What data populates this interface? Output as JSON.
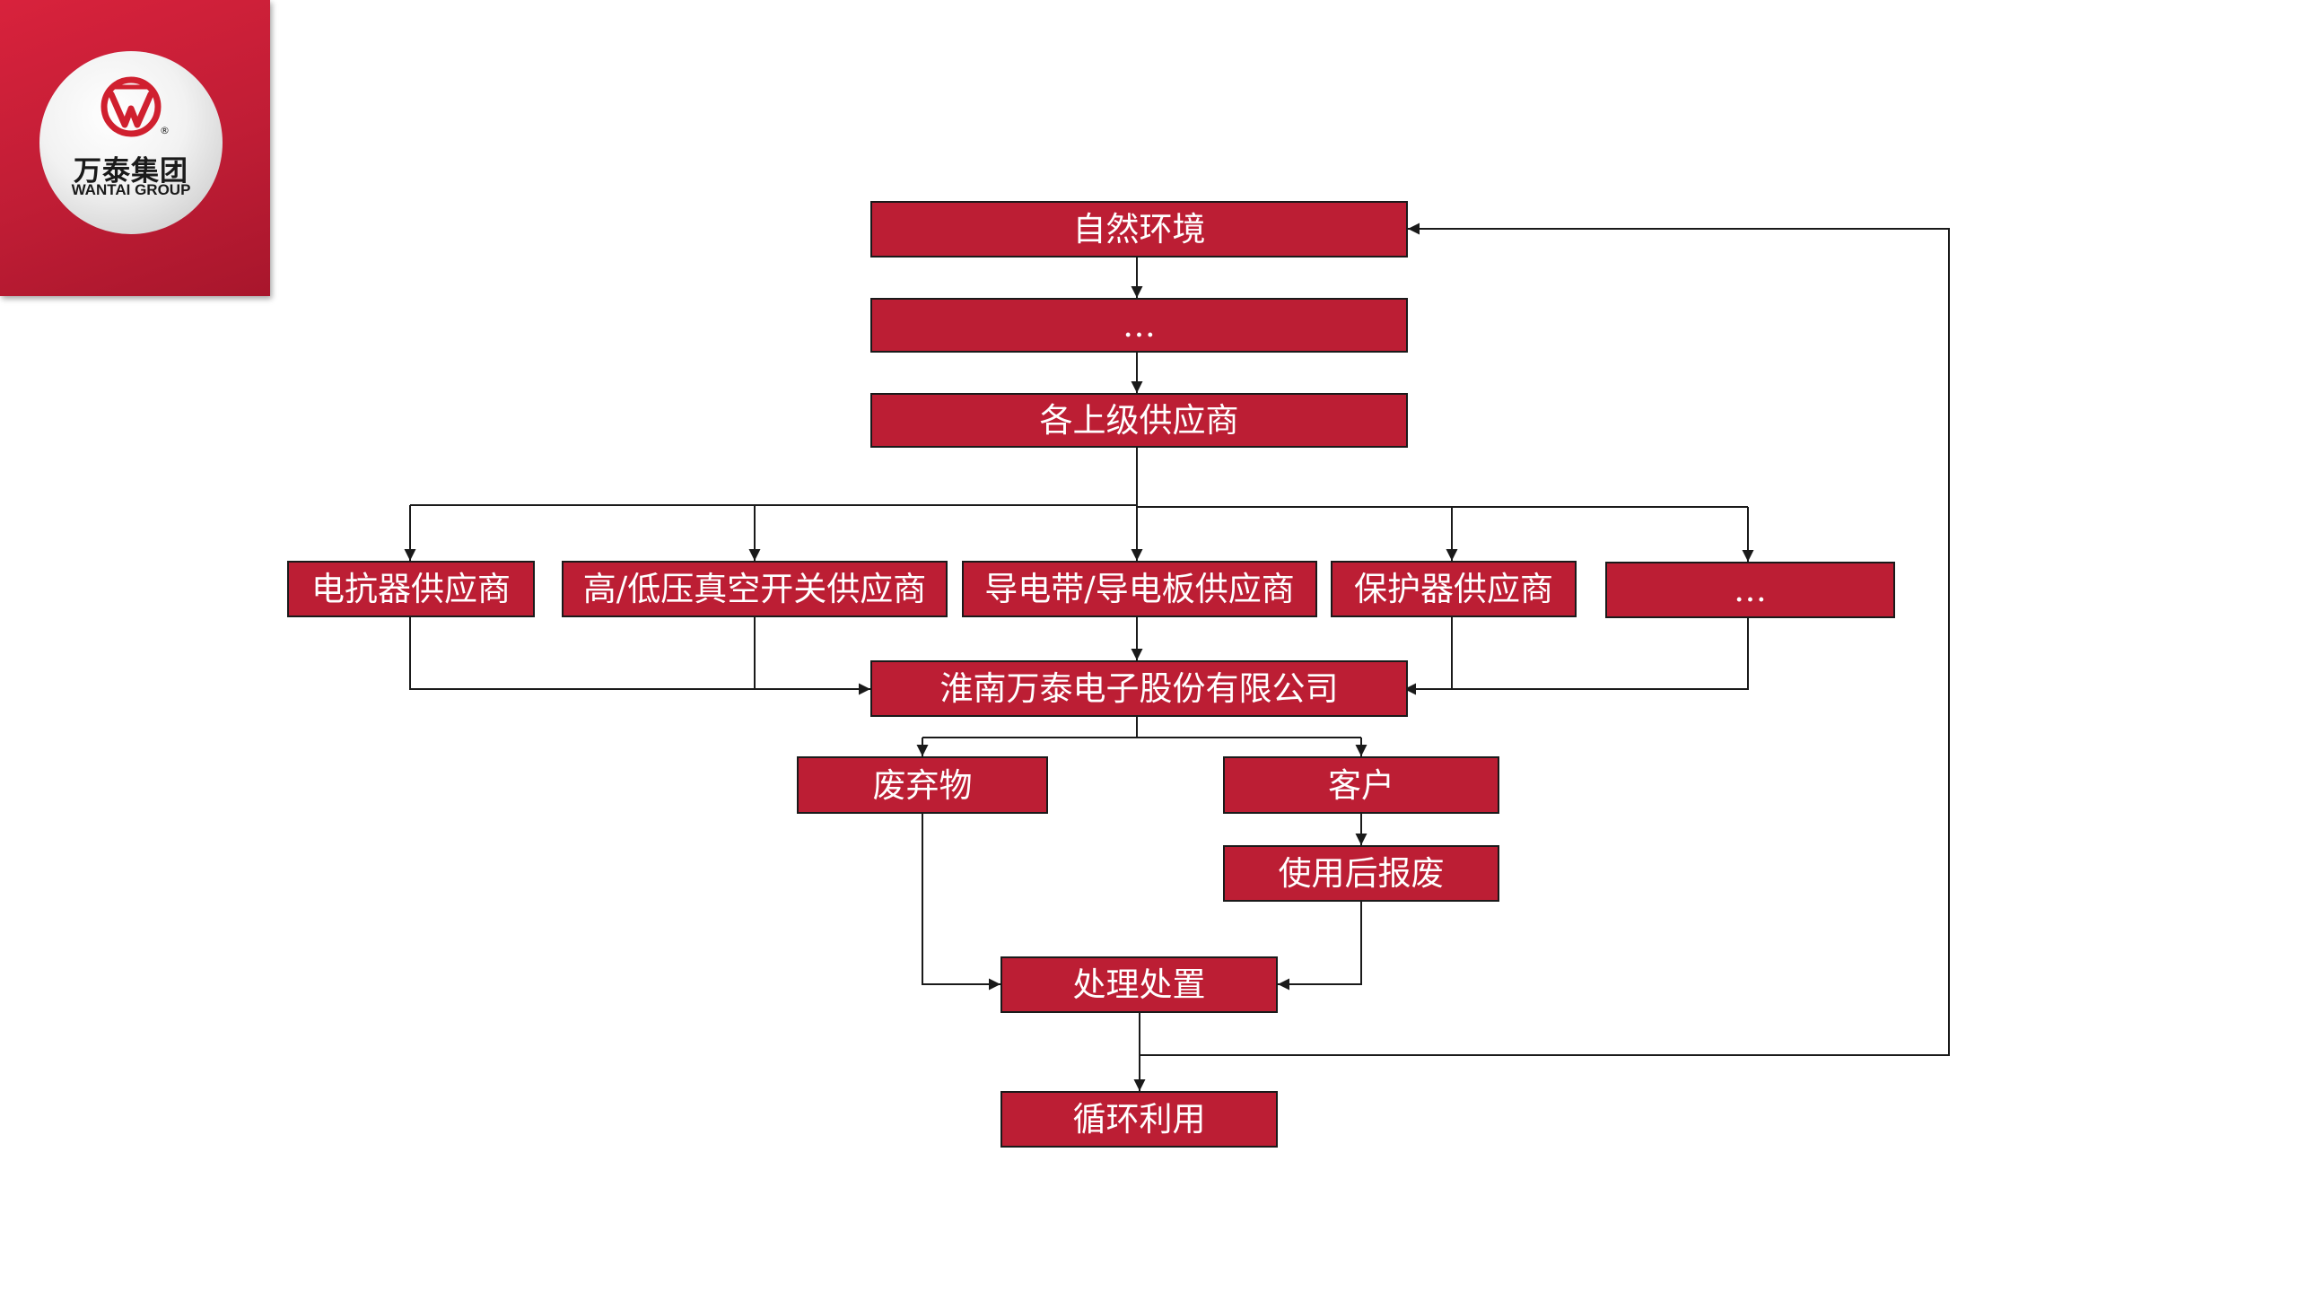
{
  "logo": {
    "cn": "万泰集团",
    "en": "WANTAI GROUP",
    "mark": "®",
    "colors": {
      "panel": "#c01d35",
      "mark": "#d0202f"
    }
  },
  "flow": {
    "nature": "自然环境",
    "ellipsis_top": "…",
    "upstream_suppliers": "各上级供应商",
    "suppliers": [
      "电抗器供应商",
      "高/低压真空开关供应商",
      "导电带/导电板供应商",
      "保护器供应商",
      "…"
    ],
    "company": "淮南万泰电子股份有限公司",
    "waste": "废弃物",
    "customer": "客户",
    "scrapped": "使用后报废",
    "disposal": "处理处置",
    "recycling": "循环利用"
  },
  "colors": {
    "box_fill": "#bc1e34",
    "box_text": "#ffffff",
    "line": "#1a1a1a"
  }
}
